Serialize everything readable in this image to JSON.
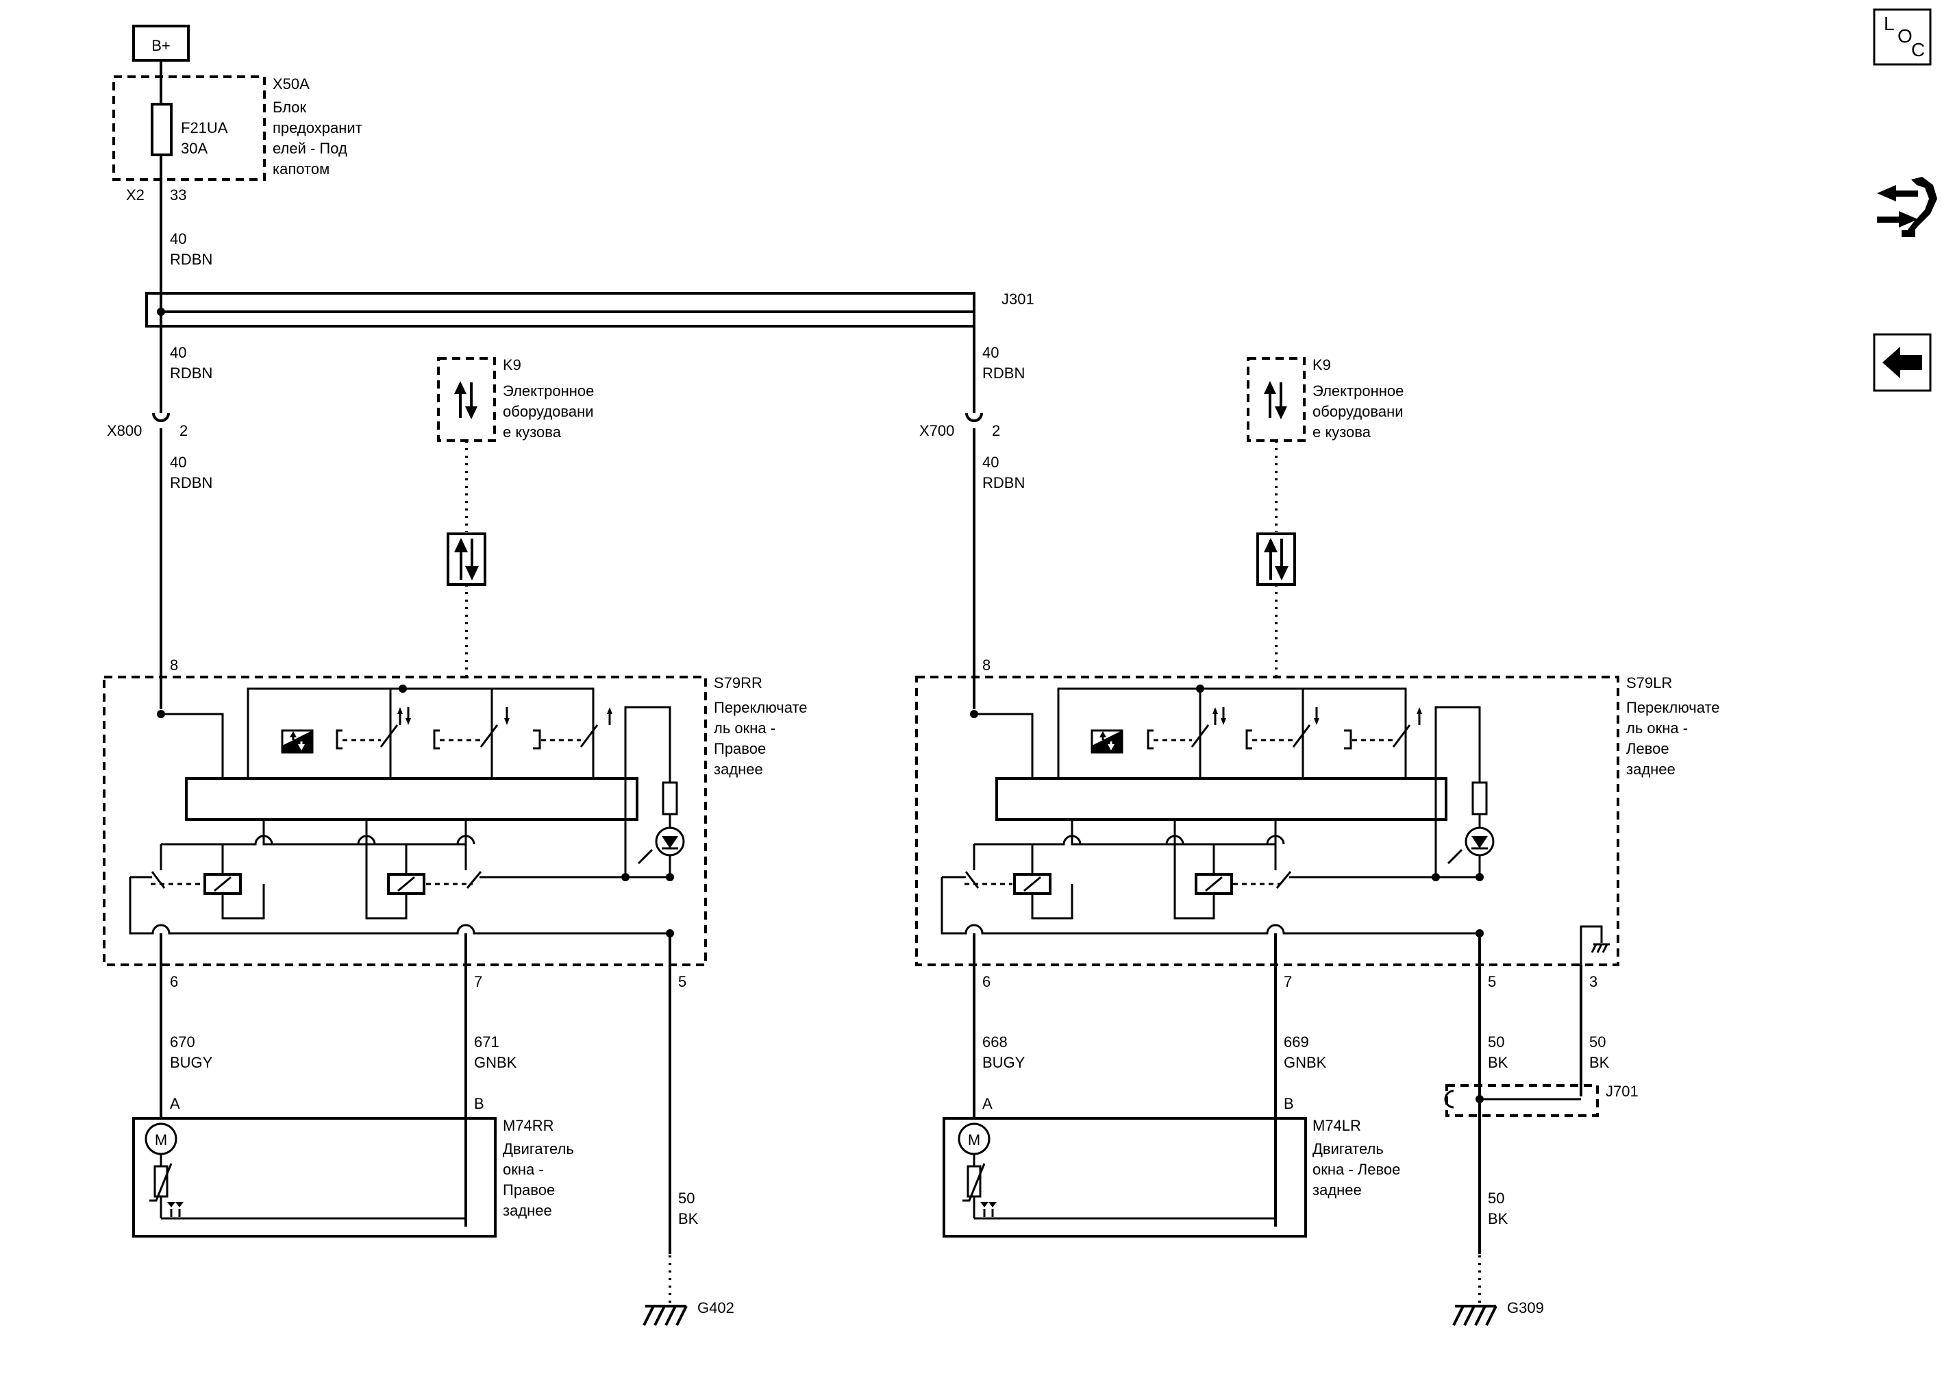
{
  "supply": {
    "label": "B+"
  },
  "fusebox": {
    "ref": "X50A",
    "name_lines": [
      "Блок",
      "предохранит",
      "елей - Под",
      "капотом"
    ],
    "fuse_id": "F21UA",
    "fuse_rating": "30A",
    "connector": "X2",
    "pin": "33"
  },
  "splice_top": {
    "ref": "J301"
  },
  "inline_connectors": {
    "right": "X800",
    "left": "X700",
    "pin": "2"
  },
  "wires": {
    "feed": {
      "gauge": "40",
      "color": "RDBN"
    },
    "rr_up": {
      "gauge": "670",
      "color": "BUGY"
    },
    "rr_down": {
      "gauge": "671",
      "color": "GNBK"
    },
    "lr_up": {
      "gauge": "668",
      "color": "BUGY"
    },
    "lr_down": {
      "gauge": "669",
      "color": "GNBK"
    },
    "ground": {
      "gauge": "50",
      "color": "BK"
    }
  },
  "body_module": {
    "ref": "K9",
    "name_lines": [
      "Электронное",
      "оборудовани",
      "е кузова"
    ]
  },
  "switch_rr": {
    "ref": "S79RR",
    "name_lines": [
      "Переключате",
      "ль окна -",
      "Правое",
      "заднее"
    ],
    "pins": {
      "feed": "8",
      "up": "6",
      "down": "7",
      "ground": "5"
    }
  },
  "switch_lr": {
    "ref": "S79LR",
    "name_lines": [
      "Переключате",
      "ль окна -",
      "Левое",
      "заднее"
    ],
    "pins": {
      "feed": "8",
      "up": "6",
      "down": "7",
      "ground": "5",
      "aux_ground": "3"
    }
  },
  "motor_rr": {
    "ref": "M74RR",
    "name_lines": [
      "Двигатель",
      "окна -",
      "Правое",
      "заднее"
    ],
    "pin_a": "A",
    "pin_b": "B",
    "symbol": "M"
  },
  "motor_lr": {
    "ref": "M74LR",
    "name_lines": [
      "Двигатель",
      "окна - Левое",
      "заднее"
    ],
    "pin_a": "A",
    "pin_b": "B",
    "symbol": "M"
  },
  "splice_ground": {
    "ref": "J701"
  },
  "grounds": {
    "right": "G402",
    "left": "G309"
  },
  "sidebar": {
    "loc_letters": [
      "L",
      "O",
      "C"
    ],
    "icons": [
      "location-icon",
      "connector-view-icon",
      "back-arrow-icon"
    ]
  }
}
